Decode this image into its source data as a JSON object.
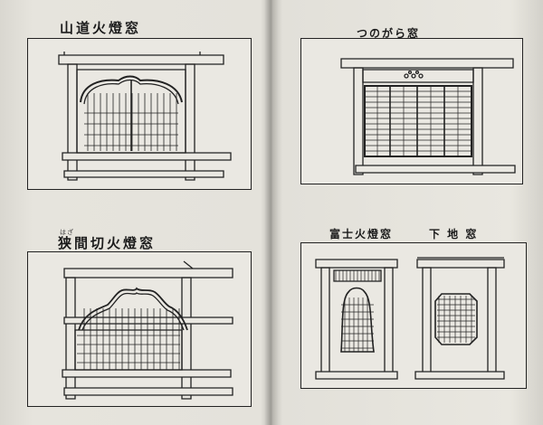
{
  "left_page": {
    "figure_top": {
      "caption": "山道火燈窓"
    },
    "figure_bottom": {
      "ruby": "はざ",
      "caption": "狭間切火燈窓"
    }
  },
  "right_page": {
    "figure_top": {
      "caption": "つのがら窓"
    },
    "figure_bottom": {
      "caption_left": "富士火燈窓",
      "caption_right": "下 地 窓"
    }
  }
}
